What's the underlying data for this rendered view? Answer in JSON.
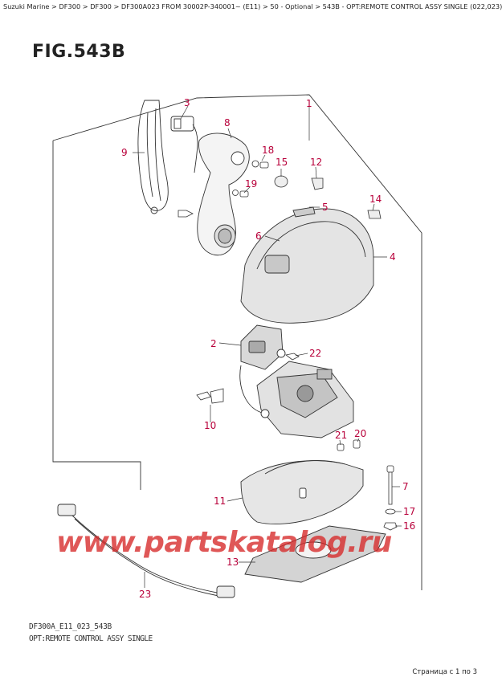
{
  "breadcrumb": "Suzuki Marine > DF300 > DF300 > DF300A023 FROM 30002P-340001~ (E11) > 50 - Optional > 543B - OPT:REMOTE CONTROL ASSY SINGLE (022,023)",
  "figure_title": "FIG.543B",
  "callouts": [
    "1",
    "2",
    "3",
    "4",
    "5",
    "6",
    "7",
    "8",
    "9",
    "10",
    "11",
    "12",
    "13",
    "14",
    "15",
    "16",
    "17",
    "18",
    "19",
    "20",
    "21",
    "22",
    "23"
  ],
  "footer": {
    "code": "DF300A_E11_023_543B",
    "description": "OPT:REMOTE CONTROL ASSY SINGLE"
  },
  "page_counter": "Страница с 1 по 3",
  "watermark": "www.partskatalog.ru",
  "colors": {
    "callout": "#b8003a",
    "watermark": "#d62828",
    "line": "#333333"
  }
}
